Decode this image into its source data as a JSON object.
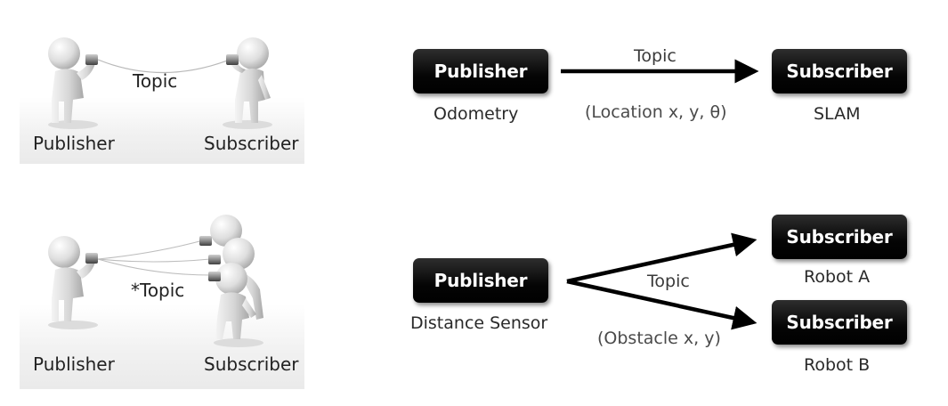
{
  "illustration_one_to_one": {
    "publisher_label": "Publisher",
    "subscriber_label": "Subscriber",
    "topic_label": "Topic"
  },
  "illustration_one_to_many": {
    "publisher_label": "Publisher",
    "subscriber_label": "Subscriber",
    "topic_label": "*Topic"
  },
  "diagram_one_to_one": {
    "publisher": {
      "label": "Publisher",
      "caption": "Odometry"
    },
    "subscriber": {
      "label": "Subscriber",
      "caption": "SLAM"
    },
    "topic_label": "Topic",
    "message_label": "(Location x, y, θ)"
  },
  "diagram_one_to_many": {
    "publisher": {
      "label": "Publisher",
      "caption": "Distance Sensor"
    },
    "subscriber_a": {
      "label": "Subscriber",
      "caption": "Robot A"
    },
    "subscriber_b": {
      "label": "Subscriber",
      "caption": "Robot B"
    },
    "topic_label": "Topic",
    "message_label": "(Obstacle x, y)"
  },
  "colors": {
    "box_fill": "#000000",
    "box_text": "#ffffff",
    "arrow": "#000000",
    "figure": "#d9d9d9"
  }
}
